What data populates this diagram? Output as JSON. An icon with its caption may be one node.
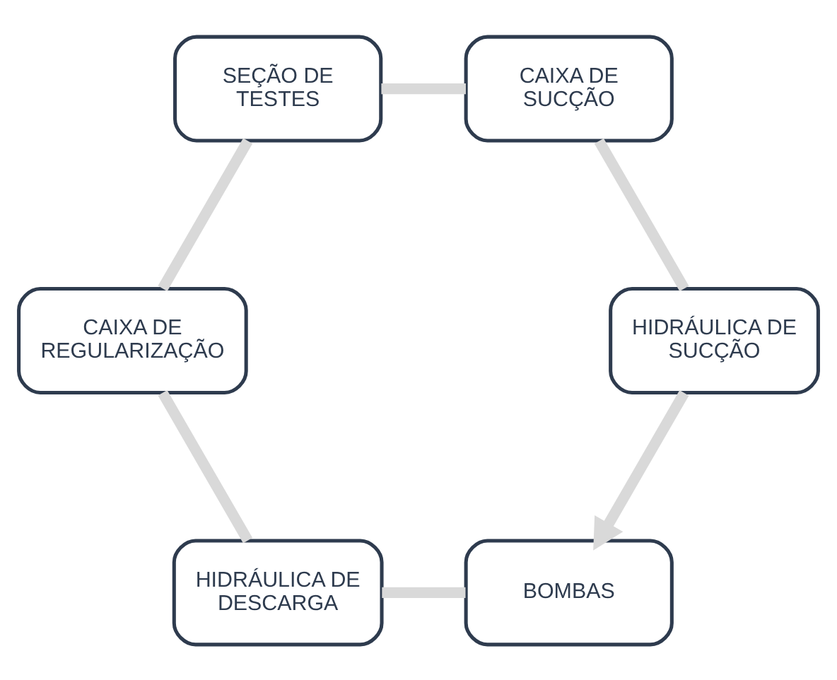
{
  "diagram": {
    "nodes": [
      {
        "text": [
          "BOMBAS"
        ]
      },
      {
        "text": [
          "HIDRÁULICA DE SUCÇÃO"
        ]
      },
      {
        "text": [
          "HIDRÁULICA DE DESCARGA"
        ]
      },
      {
        "text": [
          "CAIXA DE SUCÇÃO"
        ]
      },
      {
        "text": [
          "CAIXA DE REGULARIZAÇÃO"
        ]
      },
      {
        "text": [
          "SEÇÃO DE TESTES"
        ]
      }
    ],
    "edges": [
      {
        "from": 0,
        "to": 2,
        "arrow": "none"
      },
      {
        "from": 2,
        "to": 4,
        "arrow": "none"
      },
      {
        "from": 4,
        "to": 5,
        "arrow": "none"
      },
      {
        "from": 5,
        "to": 3,
        "arrow": "none"
      },
      {
        "from": 3,
        "to": 1,
        "arrow": "none"
      },
      {
        "from": 1,
        "to": 0,
        "arrow": "to"
      }
    ]
  }
}
